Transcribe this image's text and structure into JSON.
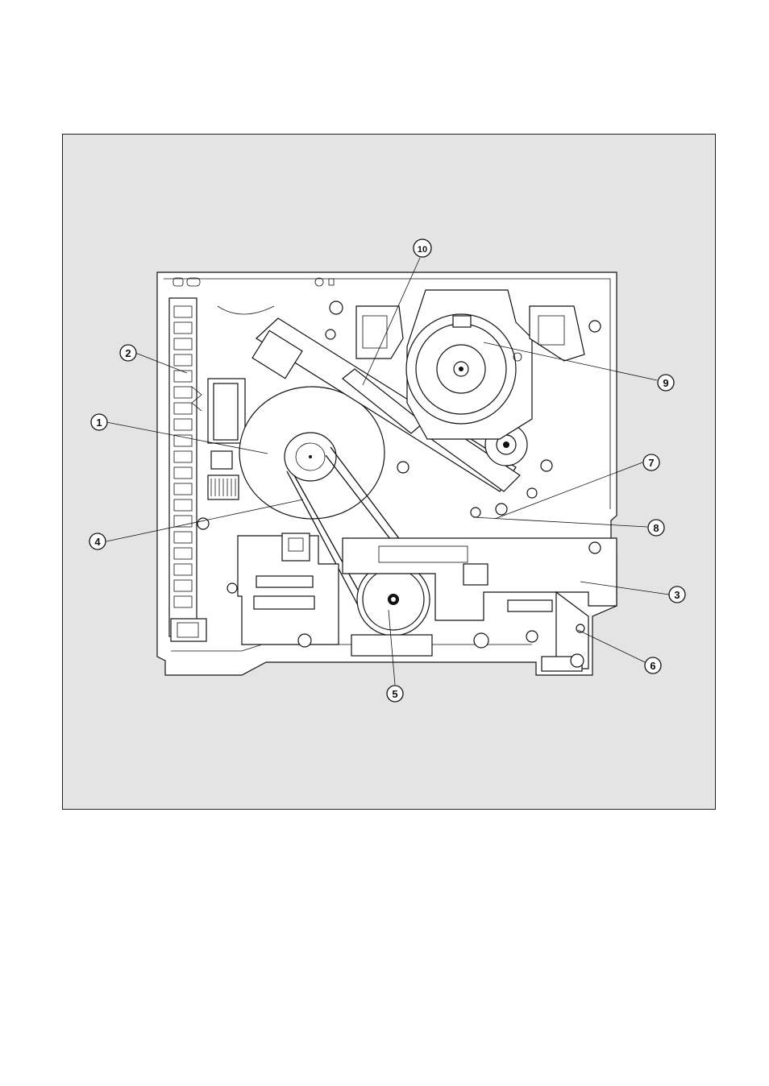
{
  "diagram": {
    "callouts": [
      {
        "id": "c1",
        "label": "1"
      },
      {
        "id": "c2",
        "label": "2"
      },
      {
        "id": "c3",
        "label": "3"
      },
      {
        "id": "c4",
        "label": "4"
      },
      {
        "id": "c5",
        "label": "5"
      },
      {
        "id": "c6",
        "label": "6"
      },
      {
        "id": "c7",
        "label": "7"
      },
      {
        "id": "c8",
        "label": "8"
      },
      {
        "id": "c9",
        "label": "9"
      },
      {
        "id": "c10",
        "label": "10"
      }
    ],
    "colors": {
      "frame_background": "#e4e4e4",
      "line": "#111111",
      "part_fill": "#ffffff"
    }
  }
}
